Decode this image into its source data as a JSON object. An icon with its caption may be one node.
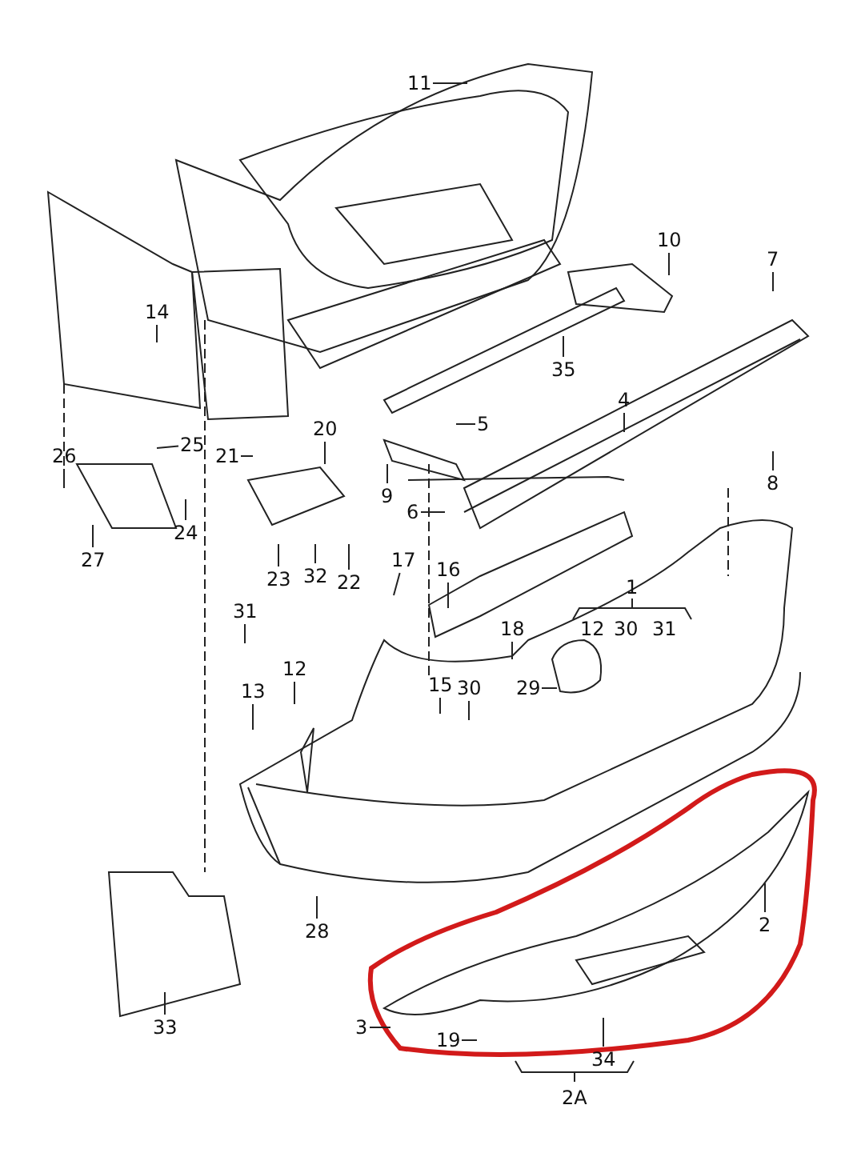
{
  "diagram": {
    "nodes": [
      {
        "text": [
          "11"
        ]
      },
      {
        "text": [
          "10"
        ]
      },
      {
        "text": [
          "7"
        ]
      },
      {
        "text": [
          "14"
        ]
      },
      {
        "text": [
          "35"
        ]
      },
      {
        "text": [
          "4"
        ]
      },
      {
        "text": [
          "5"
        ]
      },
      {
        "text": [
          "8"
        ]
      },
      {
        "text": [
          "26"
        ]
      },
      {
        "text": [
          "25"
        ]
      },
      {
        "text": [
          "20"
        ]
      },
      {
        "text": [
          "21"
        ]
      },
      {
        "text": [
          "9"
        ]
      },
      {
        "text": [
          "6"
        ]
      },
      {
        "text": [
          "24"
        ]
      },
      {
        "text": [
          "27"
        ]
      },
      {
        "text": [
          "23"
        ]
      },
      {
        "text": [
          "32"
        ]
      },
      {
        "text": [
          "22"
        ]
      },
      {
        "text": [
          "17"
        ]
      },
      {
        "text": [
          "16"
        ]
      },
      {
        "text": [
          "18"
        ]
      },
      {
        "text": [
          "29"
        ]
      },
      {
        "text": [
          "31"
        ]
      },
      {
        "text": [
          "12"
        ]
      },
      {
        "text": [
          "13"
        ]
      },
      {
        "text": [
          "15"
        ]
      },
      {
        "text": [
          "30"
        ]
      },
      {
        "text": [
          "2"
        ]
      },
      {
        "text": [
          "28"
        ]
      },
      {
        "text": [
          "33"
        ]
      },
      {
        "text": [
          "3"
        ]
      },
      {
        "text": [
          "19"
        ]
      },
      {
        "text": [
          "34"
        ]
      }
    ],
    "edges": [
      {
        "from": 0,
        "to": null,
        "arrow": "none"
      },
      {
        "from": 1,
        "to": null,
        "arrow": "none"
      },
      {
        "from": 2,
        "to": null,
        "arrow": "none"
      },
      {
        "from": 3,
        "to": null,
        "arrow": "none"
      },
      {
        "from": 4,
        "to": null,
        "arrow": "none"
      },
      {
        "from": 5,
        "to": null,
        "arrow": "none"
      },
      {
        "from": 6,
        "to": null,
        "arrow": "none"
      },
      {
        "from": 7,
        "to": null,
        "arrow": "none"
      },
      {
        "from": 8,
        "to": null,
        "arrow": "none"
      },
      {
        "from": 9,
        "to": null,
        "arrow": "none"
      },
      {
        "from": 10,
        "to": null,
        "arrow": "none"
      },
      {
        "from": 11,
        "to": null,
        "arrow": "none"
      },
      {
        "from": 12,
        "to": null,
        "arrow": "none"
      },
      {
        "from": 13,
        "to": null,
        "arrow": "none"
      },
      {
        "from": 14,
        "to": null,
        "arrow": "none"
      },
      {
        "from": 15,
        "to": null,
        "arrow": "none"
      },
      {
        "from": 16,
        "to": null,
        "arrow": "none"
      },
      {
        "from": 17,
        "to": null,
        "arrow": "none"
      },
      {
        "from": 18,
        "to": null,
        "arrow": "none"
      },
      {
        "from": 19,
        "to": null,
        "arrow": "none"
      },
      {
        "from": 20,
        "to": null,
        "arrow": "none"
      },
      {
        "from": 21,
        "to": null,
        "arrow": "none"
      },
      {
        "from": 22,
        "to": null,
        "arrow": "none"
      },
      {
        "from": 23,
        "to": null,
        "arrow": "none"
      },
      {
        "from": 24,
        "to": null,
        "arrow": "none"
      },
      {
        "from": 25,
        "to": null,
        "arrow": "none"
      },
      {
        "from": 26,
        "to": null,
        "arrow": "none"
      },
      {
        "from": 27,
        "to": null,
        "arrow": "none"
      },
      {
        "from": 28,
        "to": null,
        "arrow": "none"
      },
      {
        "from": 29,
        "to": null,
        "arrow": "none"
      },
      {
        "from": 30,
        "to": null,
        "arrow": "none"
      },
      {
        "from": 31,
        "to": null,
        "arrow": "none"
      },
      {
        "from": 32,
        "to": null,
        "arrow": "none"
      },
      {
        "from": 33,
        "to": null,
        "arrow": "none"
      }
    ],
    "labels": [
      "1",
      "12",
      "30",
      "31",
      "2A"
    ]
  }
}
